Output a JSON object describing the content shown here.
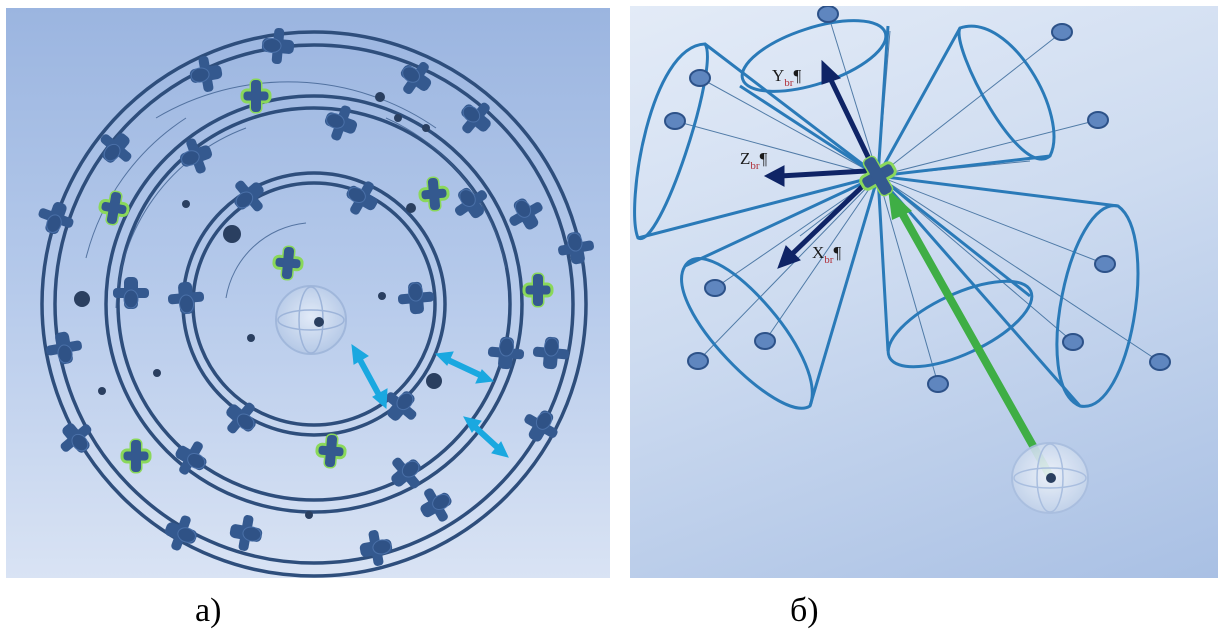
{
  "captions": {
    "a": "а)",
    "b": "б)"
  },
  "axis_labels": {
    "y": {
      "main": "Y",
      "sub": "br",
      "mark": "¶"
    },
    "z": {
      "main": "Z",
      "sub": "br",
      "mark": "¶"
    },
    "x": {
      "main": "X",
      "sub": "br",
      "mark": "¶"
    }
  },
  "colors": {
    "ring": "#2e4e7c",
    "sensor": "#34598f",
    "highlight": "#8ad85a",
    "double_arrow": "#1aa8e0",
    "cone": "#2a7ab8",
    "axis_arrow": "#0f2466",
    "green_arrow": "#3fae45"
  },
  "icons": [
    "cross-sensor-icon",
    "sphere-icon",
    "double-arrow-icon",
    "axis-arrow-icon"
  ]
}
